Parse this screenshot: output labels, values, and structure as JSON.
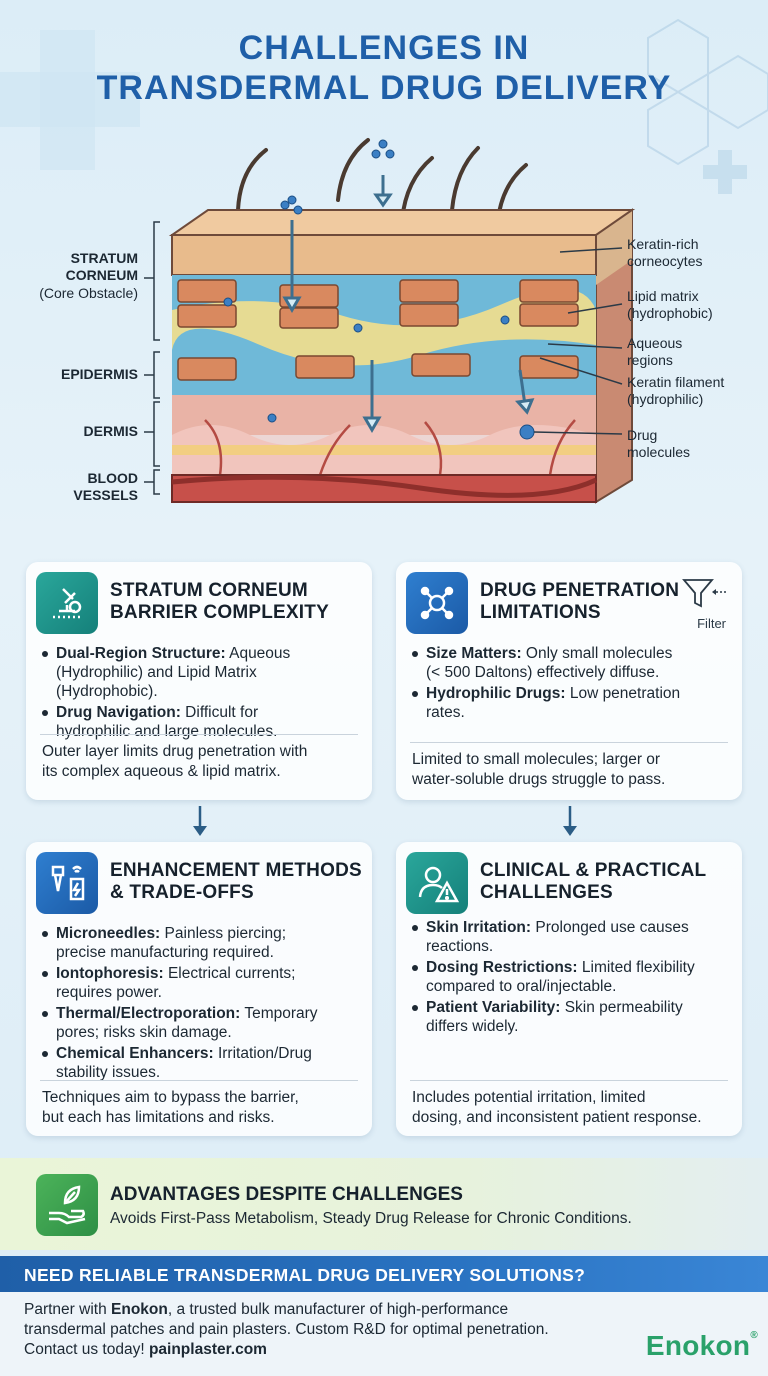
{
  "title": {
    "line1": "CHALLENGES IN",
    "line2": "TRANSDERMAL DRUG DELIVERY"
  },
  "diagram": {
    "left_labels": {
      "stratum_corneum": "STRATUM CORNEUM",
      "stratum_corneum_line1": "STRATUM",
      "stratum_corneum_line2": "CORNEUM",
      "stratum_corneum_sub": "(Core Obstacle)",
      "epidermis": "EPIDERMIS",
      "dermis": "DERMIS",
      "blood_vessels_line1": "BLOOD",
      "blood_vessels_line2": "VESSELS"
    },
    "right_labels": {
      "keratin_line1": "Keratin-rich",
      "keratin_line2": "corneocytes",
      "lipid_line1": "Lipid matrix",
      "lipid_line2": "(hydrophobic)",
      "aqueous_line1": "Aqueous",
      "aqueous_line2": "regions",
      "filament_line1": "Keratin filament",
      "filament_line2": "(hydrophilic)",
      "drug_line1": "Drug",
      "drug_line2": "molecules"
    }
  },
  "cards": {
    "stratum": {
      "icon": "microscope-icon",
      "title_line1": "STRATUM CORNEUM",
      "title_line2": "BARRIER COMPLEXITY",
      "bullets": [
        {
          "bold": "Dual-Region Structure:",
          "text": " Aqueous",
          "text2": "(Hydrophilic) and Lipid Matrix",
          "text3": "(Hydrophobic)."
        },
        {
          "bold": "Drug Navigation:",
          "text": " Difficult for",
          "text2": "hydrophilic and large molecules."
        }
      ],
      "summary_line1": "Outer layer limits drug penetration with",
      "summary_line2": "its complex aqueous & lipid matrix."
    },
    "penetration": {
      "icon": "molecule-icon",
      "title_line1": "DRUG PENETRATION",
      "title_line2": "LIMITATIONS",
      "filter_label": "Filter",
      "bullets": [
        {
          "bold": "Size Matters:",
          "text": " Only small molecules",
          "text2": "(< 500 Daltons) effectively diffuse."
        },
        {
          "bold": "Hydrophilic Drugs:",
          "text": " Low penetration",
          "text2": "rates."
        }
      ],
      "summary_line1": "Limited to small molecules; larger or",
      "summary_line2": "water-soluble drugs struggle to pass."
    },
    "enhancement": {
      "icon": "microneedle-icon",
      "title_line1": "ENHANCEMENT METHODS",
      "title_line2": "& TRADE-OFFS",
      "bullets": [
        {
          "bold": "Microneedles:",
          "text": " Painless piercing;",
          "text2": "precise manufacturing required."
        },
        {
          "bold": "Iontophoresis:",
          "text": " Electrical currents;",
          "text2": "requires power."
        },
        {
          "bold": "Thermal/Electroporation:",
          "text": " Temporary",
          "text2": "pores; risks skin damage."
        },
        {
          "bold": "Chemical Enhancers:",
          "text": " Irritation/Drug",
          "text2": "stability issues."
        }
      ],
      "summary_line1": "Techniques aim to bypass the barrier,",
      "summary_line2": "but each has limitations and risks."
    },
    "clinical": {
      "icon": "patient-warning-icon",
      "title_line1": "CLINICAL & PRACTICAL",
      "title_line2": "CHALLENGES",
      "bullets": [
        {
          "bold": "Skin Irritation:",
          "text": " Prolonged use causes",
          "text2": "reactions."
        },
        {
          "bold": "Dosing Restrictions:",
          "text": " Limited flexibility",
          "text2": "compared to oral/injectable."
        },
        {
          "bold": "Patient Variability:",
          "text": " Skin permeability",
          "text2": "differs widely."
        }
      ],
      "summary_line1": "Includes potential irritation, limited",
      "summary_line2": "dosing, and inconsistent patient response."
    }
  },
  "advantages": {
    "icon": "hand-leaf-icon",
    "title": "ADVANTAGES DESPITE CHALLENGES",
    "text": "Avoids First-Pass Metabolism, Steady Drug Release for Chronic Conditions."
  },
  "banner": {
    "text": "NEED RELIABLE TRANSDERMAL DRUG DELIVERY SOLUTIONS?"
  },
  "footer": {
    "line1_pre": "Partner with ",
    "brand": "Enokon",
    "line1_post": ", a trusted bulk manufacturer of high-performance",
    "line2": "transdermal patches and pain plasters. Custom R&D for optimal penetration.",
    "line3_pre": "Contact us today! ",
    "website": "painplaster.com",
    "logo": "Enokon",
    "logo_mark": "®"
  },
  "colors": {
    "title_blue": "#1f5fa8",
    "teal": "#1f9990",
    "blue": "#2269bb",
    "green": "#3ea150",
    "brand_green": "#2aa16a"
  }
}
